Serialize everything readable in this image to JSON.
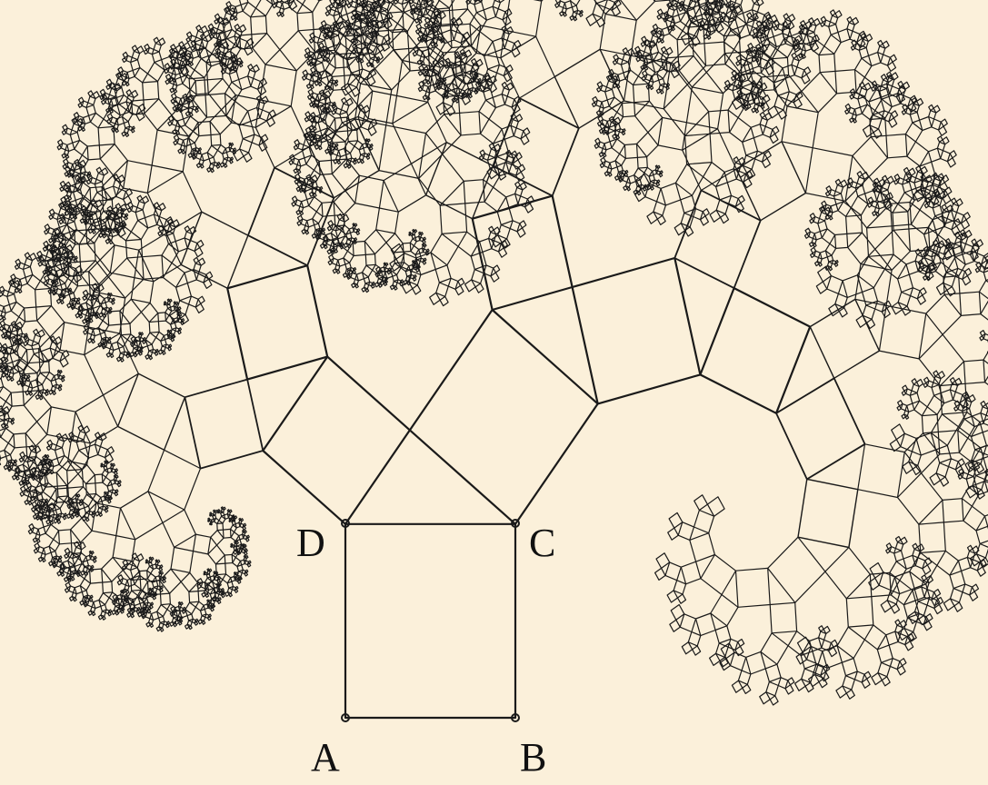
{
  "diagram": {
    "title": "Pythagoras tree",
    "labels": {
      "A": "A",
      "B": "B",
      "C": "C",
      "D": "D"
    },
    "branch_angle_deg": 52,
    "depth": 11,
    "colors": {
      "background": "#fbf0da",
      "stroke": "#1a1a1a"
    }
  }
}
